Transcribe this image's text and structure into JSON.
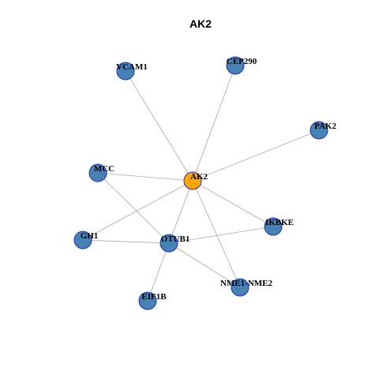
{
  "title": "AK2",
  "colors": {
    "hub_node": "#FFA500",
    "node": "#4682B4",
    "node_border": "#1F2FBF",
    "edge": "#A8A8A8"
  },
  "nodes": [
    {
      "id": "AK2",
      "label": "AK2",
      "hub": true
    },
    {
      "id": "VCAM1",
      "label": "VCAM1"
    },
    {
      "id": "CEP290",
      "label": "CEP290"
    },
    {
      "id": "PAK2",
      "label": "PAK2"
    },
    {
      "id": "MCC",
      "label": "MCC"
    },
    {
      "id": "IKBKE",
      "label": "IKBKE"
    },
    {
      "id": "GH1",
      "label": "GH1"
    },
    {
      "id": "OTUB1",
      "label": "OTUB1"
    },
    {
      "id": "NME1-NME2",
      "label": "NME1-NME2"
    },
    {
      "id": "EIF1B",
      "label": "EIF1B"
    }
  ],
  "edges": [
    [
      "AK2",
      "VCAM1"
    ],
    [
      "AK2",
      "CEP290"
    ],
    [
      "AK2",
      "PAK2"
    ],
    [
      "AK2",
      "MCC"
    ],
    [
      "AK2",
      "IKBKE"
    ],
    [
      "AK2",
      "GH1"
    ],
    [
      "AK2",
      "OTUB1"
    ],
    [
      "AK2",
      "NME1-NME2"
    ],
    [
      "MCC",
      "OTUB1"
    ],
    [
      "GH1",
      "OTUB1"
    ],
    [
      "OTUB1",
      "IKBKE"
    ],
    [
      "OTUB1",
      "NME1-NME2"
    ],
    [
      "OTUB1",
      "EIF1B"
    ]
  ]
}
